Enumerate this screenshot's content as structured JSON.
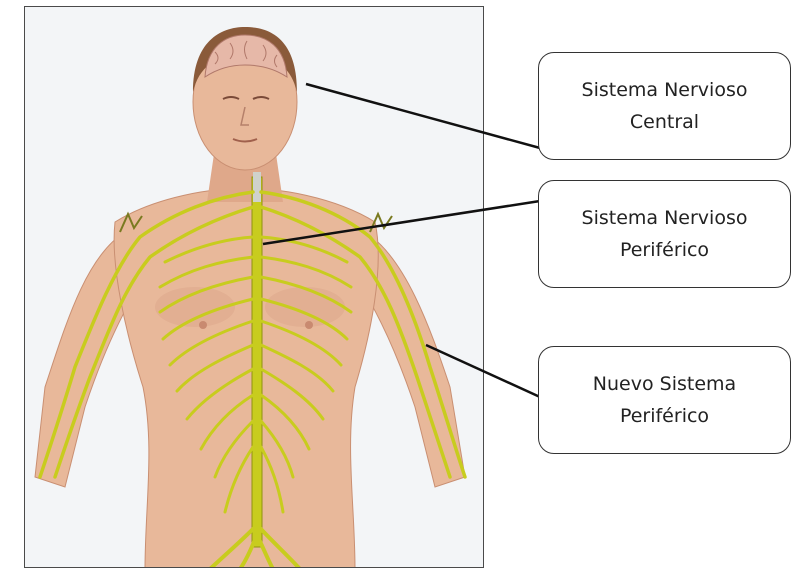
{
  "labels": {
    "cns": {
      "line1": "Sistema Nervioso",
      "line2": "Central"
    },
    "pns": {
      "line1": "Sistema Nervioso",
      "line2": "Periférico"
    },
    "new": {
      "line1": "Nuevo Sistema",
      "line2": "Periférico"
    }
  },
  "colors": {
    "skin": "#e8b89a",
    "skin_shadow": "#d09a7c",
    "nerve": "#c8cc1e",
    "brain": "#e6b8a8",
    "hair": "#8a5a3a",
    "leader": "#111111",
    "frame_bg": "#f3f5f7"
  }
}
